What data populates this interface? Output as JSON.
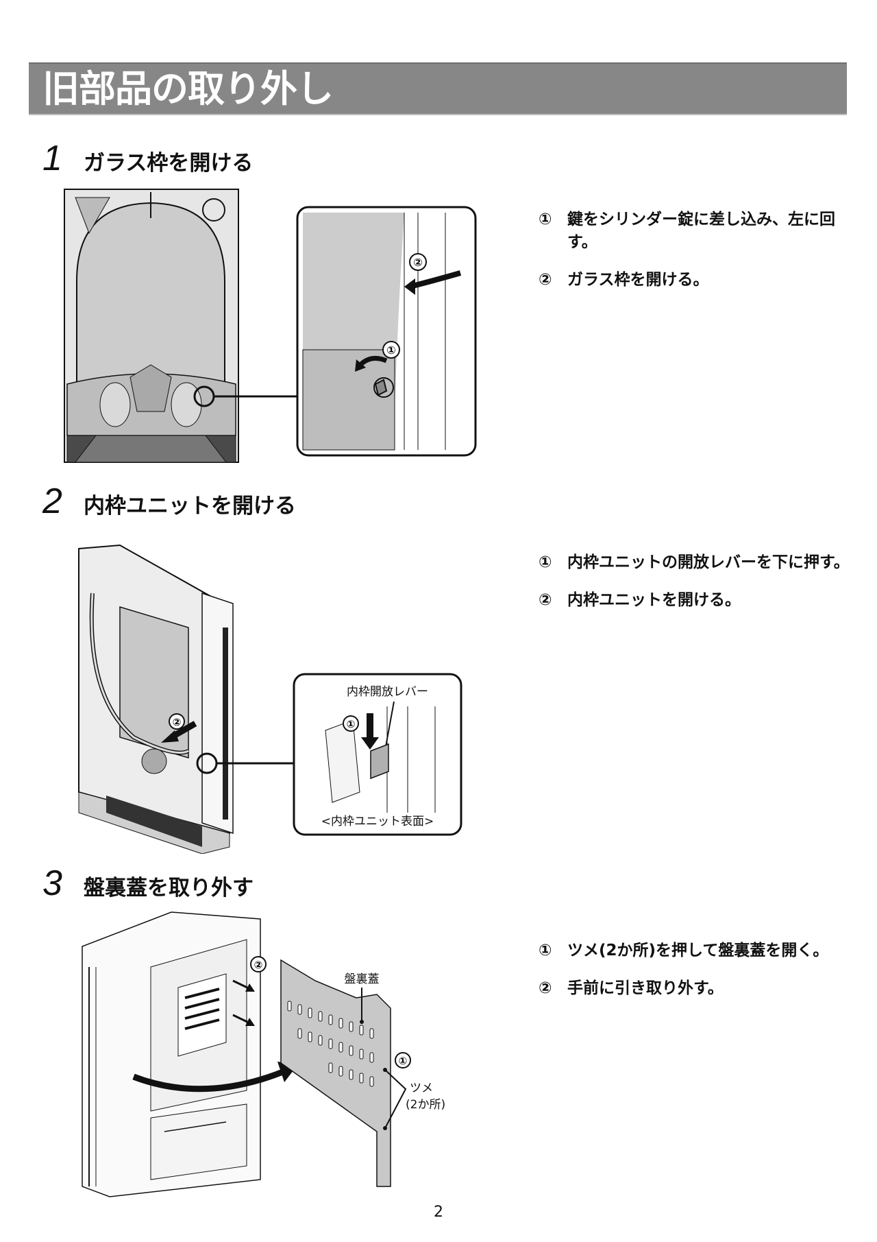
{
  "header": {
    "title": "旧部品の取り外し",
    "bar_color": "#878787"
  },
  "steps": [
    {
      "number": "1",
      "title": "ガラス枠を開ける",
      "instructions": [
        {
          "marker": "①",
          "text": "鍵をシリンダー錠に差し込み、左に回す。"
        },
        {
          "marker": "②",
          "text": "ガラス枠を開ける。"
        }
      ],
      "figure": {
        "markers": [
          "①",
          "②"
        ]
      }
    },
    {
      "number": "2",
      "title": "内枠ユニットを開ける",
      "instructions": [
        {
          "marker": "①",
          "text": "内枠ユニットの開放レバーを下に押す。"
        },
        {
          "marker": "②",
          "text": "内枠ユニットを開ける。"
        }
      ],
      "figure": {
        "markers": [
          "①",
          "②"
        ],
        "callout_label": "内枠開放レバー",
        "callout_caption": "<内枠ユニット表面>"
      }
    },
    {
      "number": "3",
      "title": "盤裏蓋を取り外す",
      "instructions": [
        {
          "marker": "①",
          "text": "ツメ(2か所)を押して盤裏蓋を開く。"
        },
        {
          "marker": "②",
          "text": "手前に引き取り外す。"
        }
      ],
      "figure": {
        "markers": [
          "①",
          "②"
        ],
        "part_label": "盤裏蓋",
        "tab_label": "ツメ",
        "tab_count_label": "(2か所)"
      }
    }
  ],
  "page_number": "2",
  "colors": {
    "illustration_fill": "#c8c8c8",
    "line": "#111111"
  }
}
